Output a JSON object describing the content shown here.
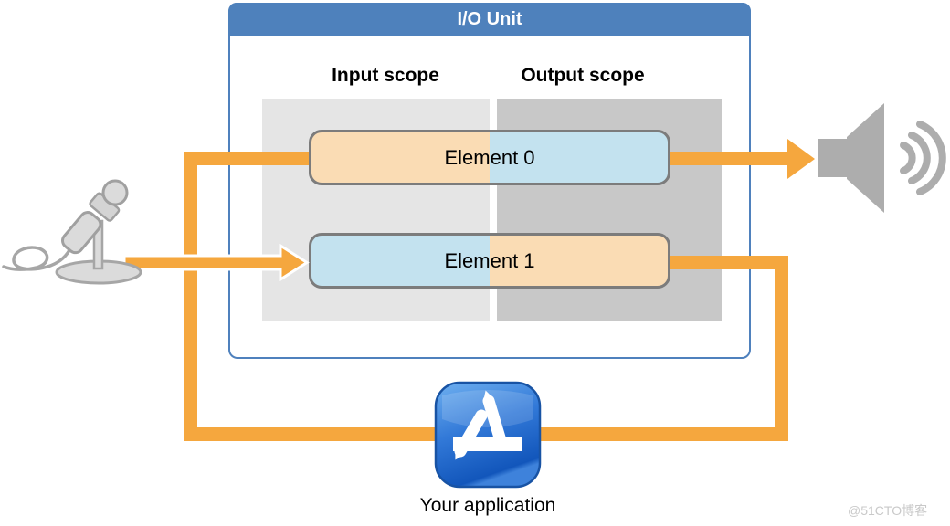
{
  "diagram": {
    "io_unit": {
      "title": "I/O Unit"
    },
    "scopes": {
      "input_label": "Input scope",
      "output_label": "Output scope"
    },
    "elements": [
      {
        "label": "Element 0"
      },
      {
        "label": "Element 1"
      }
    ],
    "application": {
      "label": "Your application"
    },
    "icons": {
      "microphone": "microphone-icon",
      "speaker": "speaker-icon",
      "application": "app-store-icon",
      "arrows": [
        "arrow-into-element1",
        "arrow-into-speaker"
      ]
    },
    "colors": {
      "header_blue": "#4E81BC",
      "border_blue": "#4F81BD",
      "arrow_orange": "#F5A73E",
      "input_half_peach": "#FADCB4",
      "output_half_blue": "#C3E2EF",
      "panel_light_gray": "#E5E5E5",
      "panel_dark_gray": "#C8C8C8",
      "device_gray": "#ADADAD",
      "element_border_gray": "#7C7C7C"
    }
  },
  "watermark": {
    "text": "@51CTO博客"
  }
}
